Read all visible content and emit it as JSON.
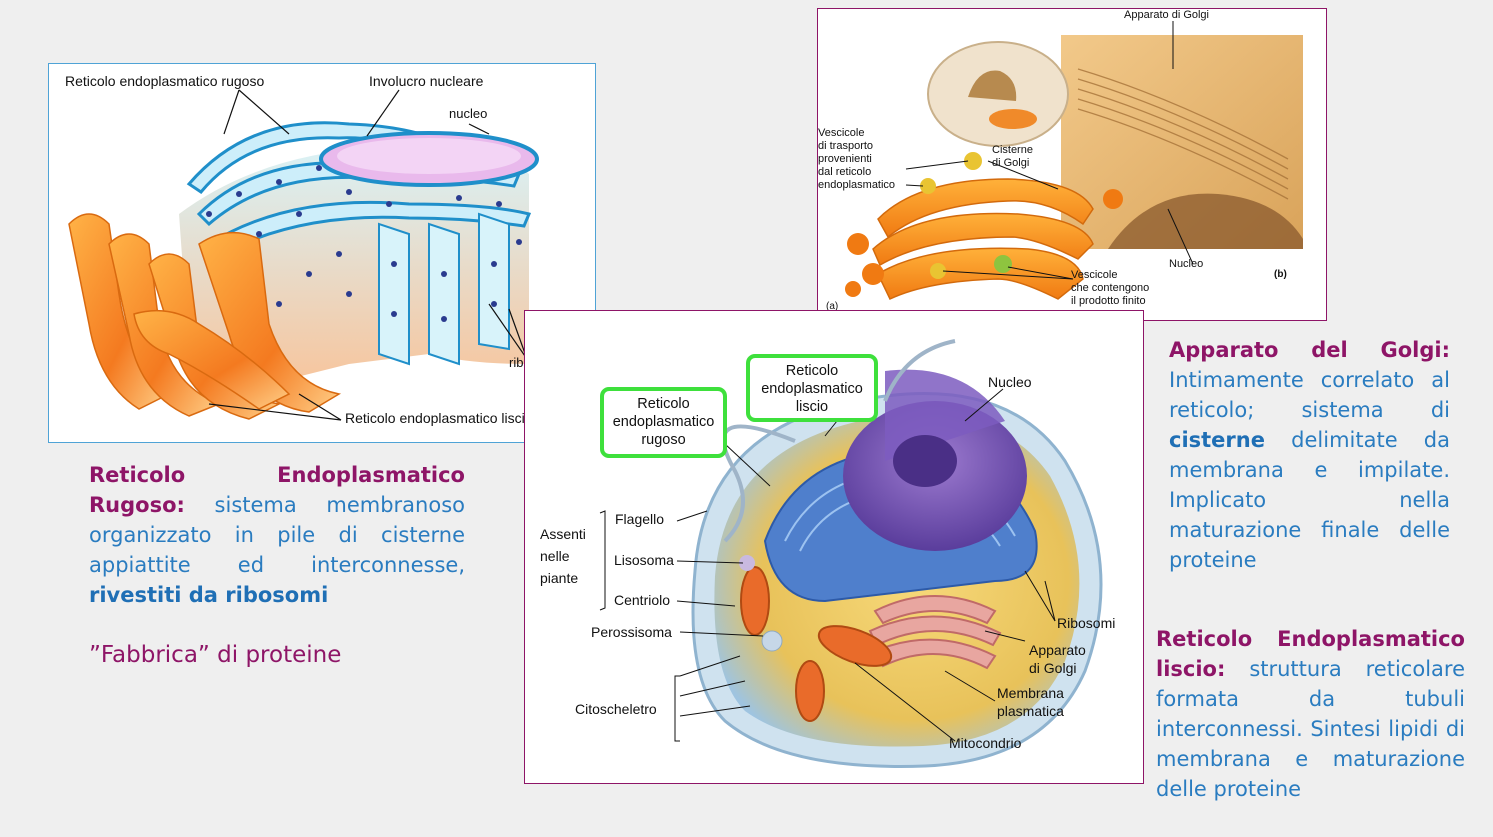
{
  "er_figure": {
    "labels": {
      "rer": "Reticolo endoplasmatico rugoso",
      "envelope": "Involucro nucleare",
      "nucleus": "nucleo",
      "ribosomes": "ribosomi",
      "ser": "Reticolo endoplasmatico liscio"
    }
  },
  "golgi_figure": {
    "labels": {
      "golgi": "Apparato di Golgi",
      "transport_vesicles": "Vescicole\ndi trasporto\nprovenienti\ndal reticolo\nendoplasmatico",
      "cisterns": "Cisterne\ndi Golgi",
      "nucleus": "Nucleo",
      "product_vesicles": "Vescicole\nche contengono\nil prodotto finito",
      "panel_a": "(a)",
      "panel_b": "(b)"
    }
  },
  "cell_figure": {
    "boxes": {
      "rer": "Reticolo\nendoplasmatico\nrugoso",
      "ser": "Reticolo\nendoplasmatico\nliscio"
    },
    "labels": {
      "nucleus": "Nucleo",
      "absent": "Assenti\nnelle\npiante",
      "flagellum": "Flagello",
      "lysosome": "Lisosoma",
      "centriole": "Centriolo",
      "peroxisome": "Perossisoma",
      "cytoskeleton": "Citoscheletro",
      "ribosomes": "Ribosomi",
      "golgi": "Apparato\ndi Golgi",
      "membrane": "Membrana\nplasmatica",
      "mitochondrion": "Mitocondrio"
    }
  },
  "text_rer": {
    "title": "Reticolo Endoplasmatico Rugoso:",
    "body": "sistema membranoso organizzato in pile di cisterne appiattite ed interconnesse,",
    "emphasis": "rivestiti da ribosomi",
    "factory": "”Fabbrica” di proteine"
  },
  "text_golgi": {
    "title": "Apparato del Golgi:",
    "body1": "Intimamente correlato al reticolo; sistema di",
    "emphasis": "cisterne",
    "body2": "delimitate da membrana e impilate. Implicato nella maturazione finale delle proteine"
  },
  "text_ser": {
    "title": "Reticolo Endoplasmatico liscio:",
    "body": "struttura reticolare formata da tubuli interconnessi. Sintesi lipidi di membrana e maturazione delle proteine"
  },
  "colors": {
    "accent_magenta": "#8e1567",
    "text_blue": "#2a7cc0",
    "box_green": "#3ee03c",
    "er_blue": "#3fb3e0",
    "er_orange": "#f59a2a"
  }
}
